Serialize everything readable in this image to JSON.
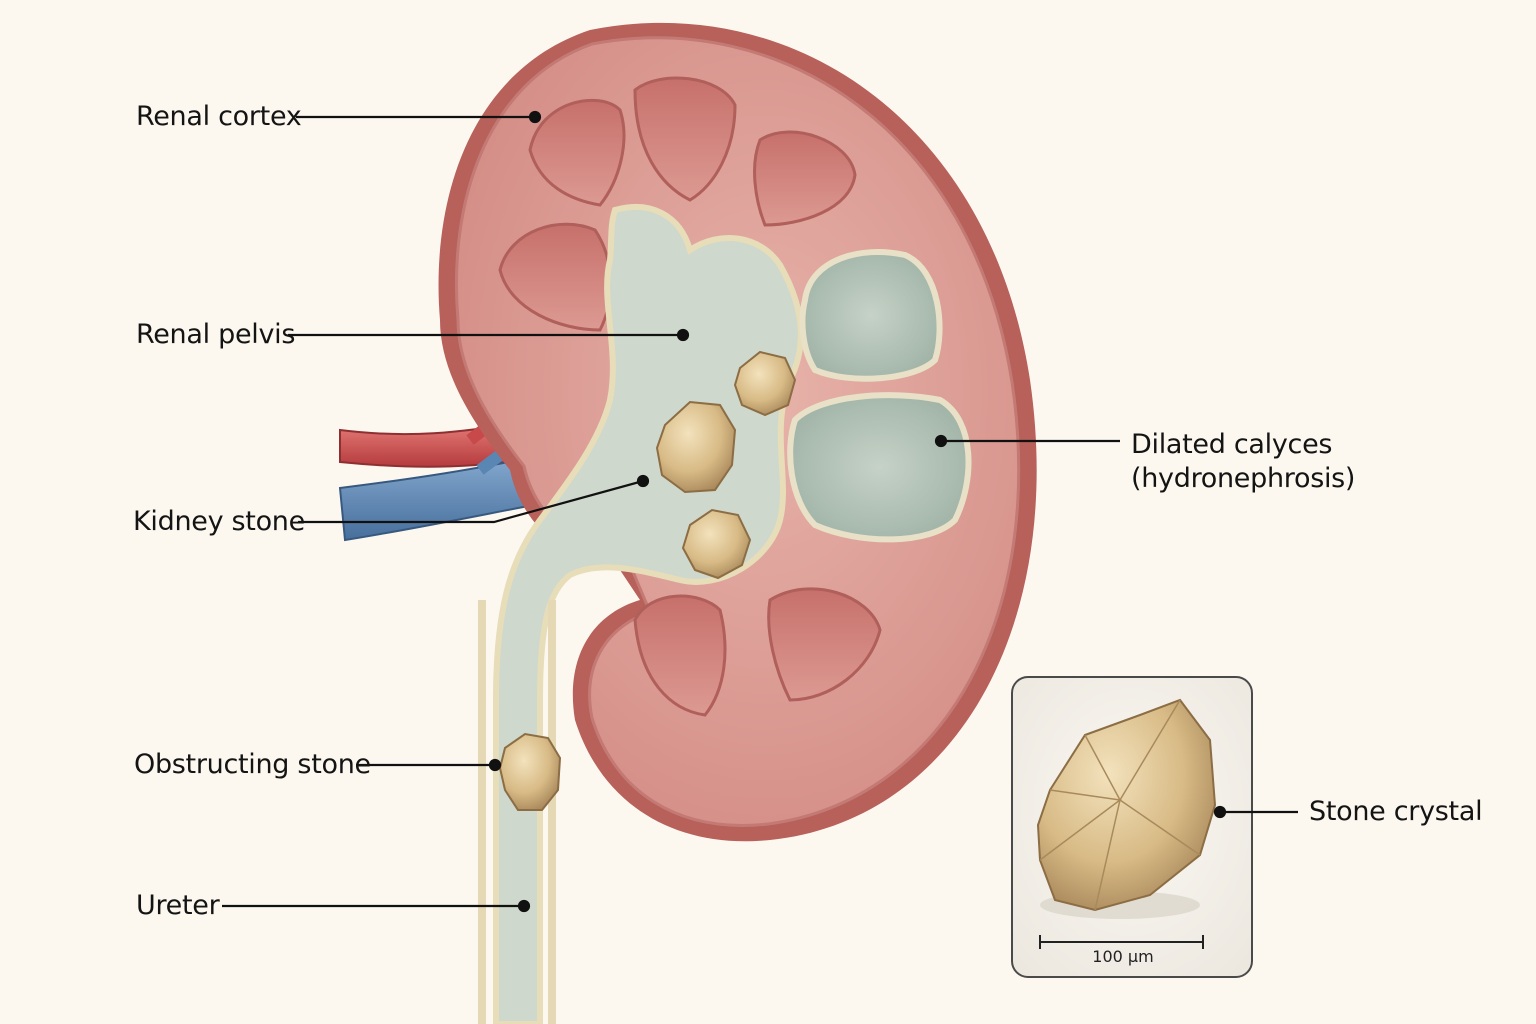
{
  "labels": {
    "renal_cortex": "Renal cortex",
    "renal_pelvis": "Renal pelvis",
    "kidney_stone": "Kidney stone",
    "obstructing_stone": "Obstructing stone",
    "ureter": "Ureter",
    "dilated_calyces_line1": "Dilated calyces",
    "dilated_calyces_line2": "(hydronephrosis)",
    "stone_crystal": "Stone crystal"
  },
  "inset": {
    "scale_bar_label": "100 µm"
  },
  "colors": {
    "background": "#fcf8f0",
    "cortex": "#d99a93",
    "capsule": "#b8605a",
    "medulla_pyramid": "#c9766f",
    "pelvis_urine": "#cfd8cc",
    "calyx_dilated": "#b9c8bd",
    "artery": "#c8494a",
    "vein": "#5a86b4",
    "stone": "#d9bf8c",
    "leader_line": "#111111"
  }
}
